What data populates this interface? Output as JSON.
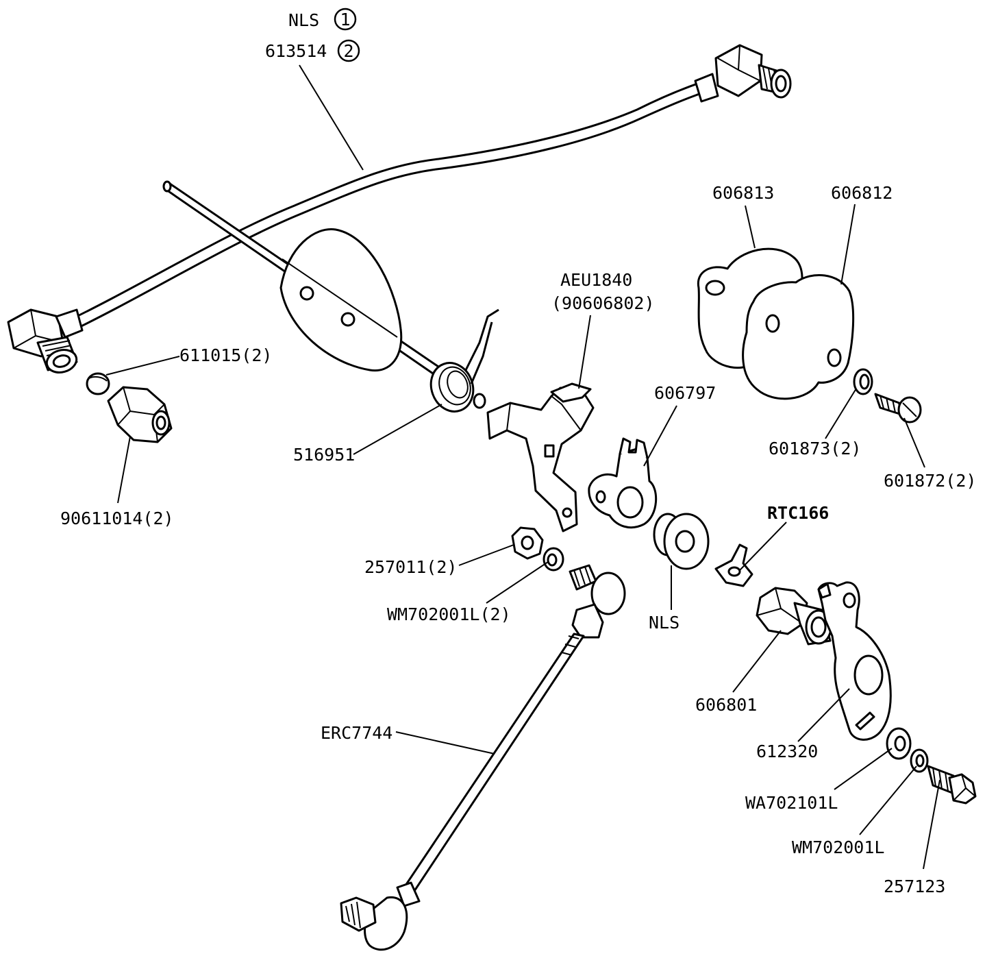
{
  "labels": {
    "nls_top": "NLS",
    "circle_1": "1",
    "part_613514": "613514",
    "circle_2": "2",
    "part_606813": "606813",
    "part_606812": "606812",
    "part_aeu1840": "AEU1840",
    "part_90606802": "(90606802)",
    "part_611015": "611015(2)",
    "part_606797": "606797",
    "part_601873": "601873(2)",
    "part_601872": "601872(2)",
    "part_516951": "516951",
    "part_90611014": "90611014(2)",
    "part_rtc166": "RTC166",
    "part_257011": "257011(2)",
    "part_wm702001l_2": "WM702001L(2)",
    "nls_mid": "NLS",
    "part_606801": "606801",
    "part_erc7744": "ERC7744",
    "part_612320": "612320",
    "part_wa702101l": "WA702101L",
    "part_wm702001l": "WM702001L",
    "part_257123": "257123"
  }
}
